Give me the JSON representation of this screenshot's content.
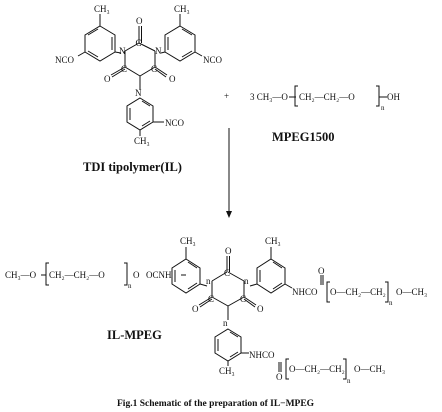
{
  "figure": {
    "caption": "Fig.1    Schematic of the preparation of IL−MPEG"
  },
  "reactant_il": {
    "name": "TDI tipolymer(IL)",
    "labels": {
      "ch3": "CH₃",
      "n": "N",
      "c": "C",
      "o": "O",
      "nco": "NCO"
    }
  },
  "reactant_mpeg": {
    "name": "MPEG1500",
    "plus": "+",
    "formula": {
      "prefix": "3 CH₃—O",
      "unit": "CH₂—CH₂—O",
      "n": "n",
      "end": "OH"
    }
  },
  "product": {
    "name": "IL-MPEG",
    "labels": {
      "ch3": "CH₃",
      "n": "n",
      "c": "C",
      "o": "O",
      "nh": "NH",
      "nhco": "NHCO",
      "left_chain": "CH₃—O",
      "left_unit": "CH₂—CH₂—O",
      "left_link": "OCNH",
      "right_link": "NHCO",
      "right_unit": "O—CH₂—CH₂",
      "right_end": "O—CH₃"
    }
  }
}
